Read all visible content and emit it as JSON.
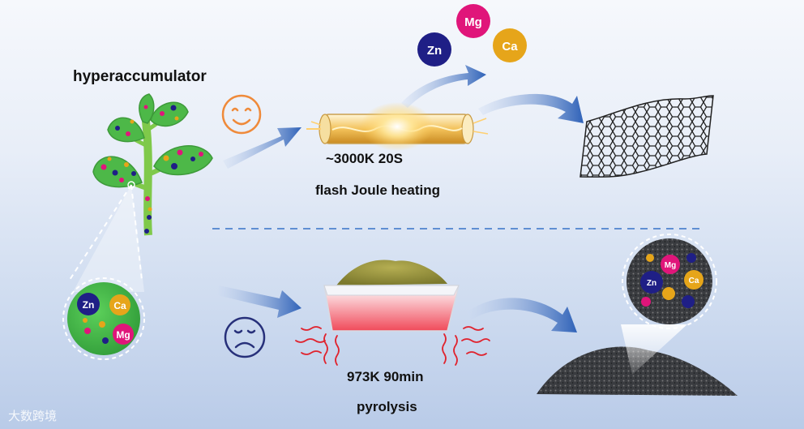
{
  "labels": {
    "plant": "hyperaccumulator",
    "flash_condition": "~3000K 20S",
    "flash_process": "flash Joule heating",
    "pyro_condition": "973K 90min",
    "pyro_process": "pyrolysis"
  },
  "elements": {
    "zn": "Zn",
    "mg": "Mg",
    "ca": "Ca"
  },
  "watermark": "大数跨境",
  "colors": {
    "zn": "#1f1f86",
    "mg": "#e0157a",
    "ca": "#e6a51a",
    "happy_face": "#ef8a3a",
    "sad_face": "#27307a",
    "arrow": "#3d6fc0",
    "leaf": "#4db848"
  },
  "icons": [
    "happy-face-icon",
    "sad-face-icon"
  ]
}
